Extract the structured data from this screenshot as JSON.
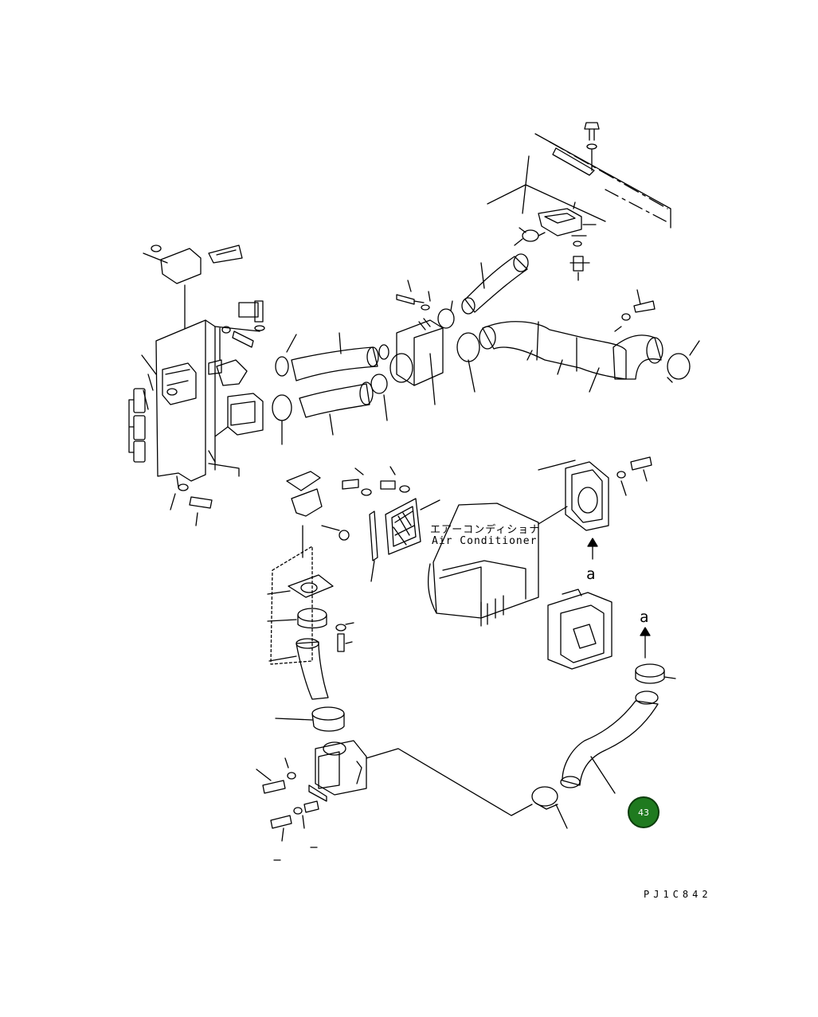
{
  "labels": {
    "jp": "エアーコンディショナ",
    "en": "Air Conditioner",
    "arrow_a_upper": "a",
    "arrow_a_lower": "a",
    "drawing_code": "PJ1C842"
  },
  "callout": {
    "number": "43",
    "color": "#1f7a1f"
  },
  "colors": {
    "line": "#000000",
    "background": "#ffffff"
  }
}
